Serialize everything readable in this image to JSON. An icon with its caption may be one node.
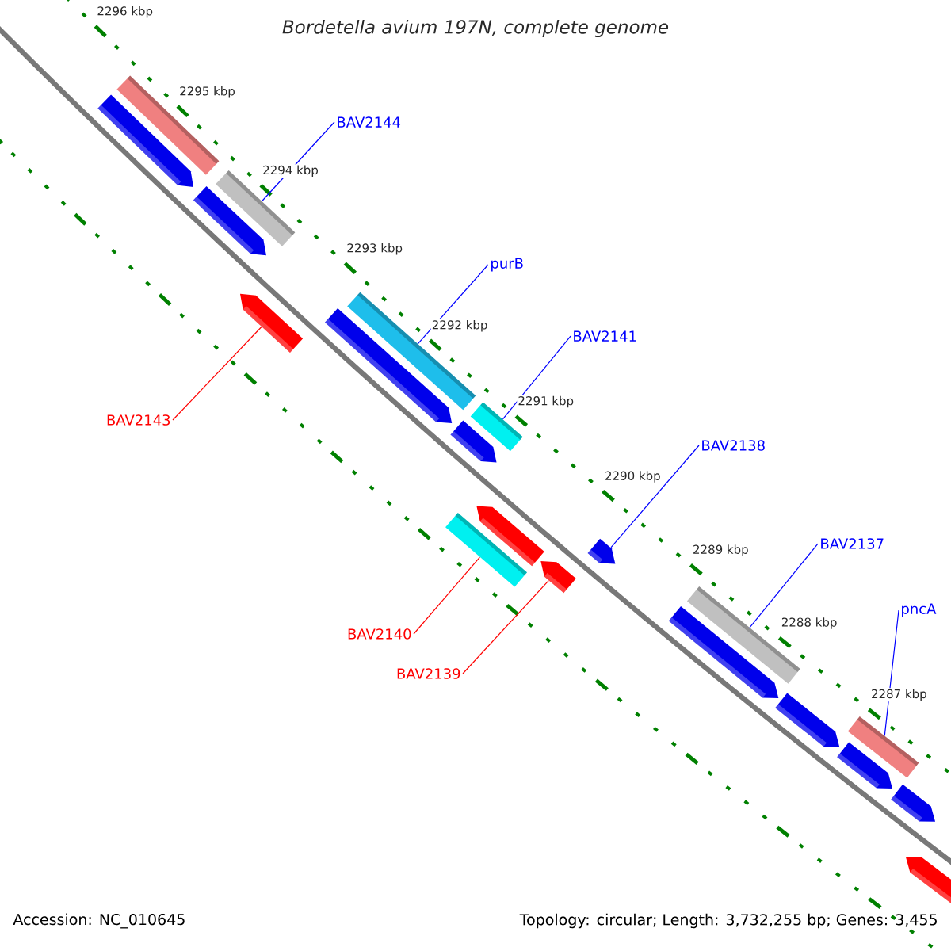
{
  "diagram": {
    "title": "Bordetella avium 197N, complete genome",
    "nodes": [
      {
        "text": [
          "BAV2144"
        ]
      },
      {
        "text": [
          "purB"
        ]
      },
      {
        "text": [
          "BAV2141"
        ]
      },
      {
        "text": [
          "BAV2143"
        ]
      },
      {
        "text": [
          "BAV2138"
        ]
      },
      {
        "text": [
          "BAV2137"
        ]
      },
      {
        "text": [
          "pncA"
        ]
      },
      {
        "text": [
          "BAV2140"
        ]
      },
      {
        "text": [
          "BAV2139"
        ]
      },
      {
        "text": [],
        "shape": "arrow"
      },
      {
        "text": [],
        "shape": "bar"
      },
      {
        "text": [],
        "shape": "arrow"
      },
      {
        "text": [],
        "shape": "bar"
      },
      {
        "text": [],
        "shape": "arrow"
      },
      {
        "text": [],
        "shape": "arrow"
      },
      {
        "text": [],
        "shape": "bar"
      },
      {
        "text": [],
        "shape": "bar"
      },
      {
        "text": [],
        "shape": "arrow"
      },
      {
        "text": [],
        "shape": "arrow"
      },
      {
        "text": [],
        "shape": "bar"
      },
      {
        "text": [],
        "shape": "arrow"
      },
      {
        "text": [],
        "shape": "arrow"
      },
      {
        "text": [],
        "shape": "arrow"
      },
      {
        "text": [],
        "shape": "bar"
      },
      {
        "text": [],
        "shape": "arrow"
      },
      {
        "text": [],
        "shape": "arrow"
      },
      {
        "text": [],
        "shape": "bar"
      },
      {
        "text": [],
        "shape": "arrow"
      },
      {
        "text": [],
        "shape": "arrow"
      }
    ],
    "edges": [
      {
        "from": 0,
        "to": 12,
        "arrow": "none"
      },
      {
        "from": 1,
        "to": 15,
        "arrow": "none"
      },
      {
        "from": 2,
        "to": 19,
        "arrow": "none"
      },
      {
        "from": 3,
        "to": 13,
        "arrow": "none",
        "color": "#ff0000"
      },
      {
        "from": 4,
        "to": 21,
        "arrow": "none"
      },
      {
        "from": 5,
        "to": 23,
        "arrow": "none"
      },
      {
        "from": 6,
        "to": 26,
        "arrow": "none"
      },
      {
        "from": 7,
        "to": 16,
        "arrow": "none",
        "color": "#ff0000"
      },
      {
        "from": 8,
        "to": 20,
        "arrow": "none",
        "color": "#ff0000"
      }
    ],
    "labels": [
      "2296 kbp",
      "2295 kbp",
      "2294 kbp",
      "2293 kbp",
      "2292 kbp",
      "2291 kbp",
      "2290 kbp",
      "2289 kbp",
      "2288 kbp",
      "2287 kbp",
      "Accession: NC_010645",
      "Topology: circular; Length: 3,732,255 bp; Genes: 3,455"
    ]
  }
}
